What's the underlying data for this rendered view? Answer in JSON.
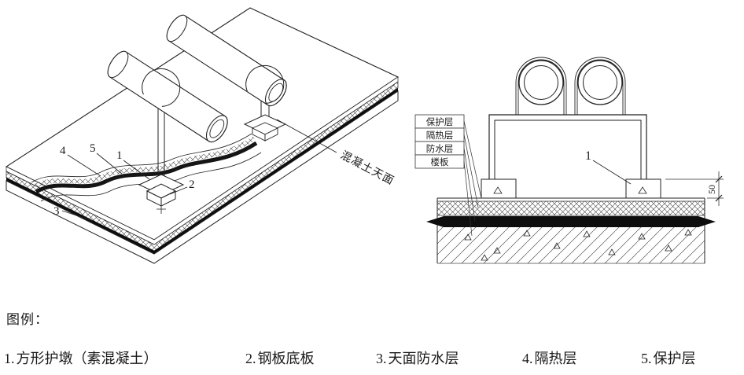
{
  "iso_view": {
    "callout_1": "1",
    "callout_2": "2",
    "callout_3": "3",
    "callout_4": "4",
    "callout_5": "5",
    "surface_label": "混凝土天面"
  },
  "section_view": {
    "layer_labels": [
      "保护层",
      "隔热层",
      "防水层",
      "楼板"
    ],
    "dimension_50": "50",
    "callout_1": "1"
  },
  "legend": {
    "title": "图例：",
    "items": [
      {
        "num": "1.",
        "label": "方形护墩（素混凝土）"
      },
      {
        "num": "2.",
        "label": "钢板底板"
      },
      {
        "num": "3.",
        "label": "天面防水层"
      },
      {
        "num": "4.",
        "label": "隔热层"
      },
      {
        "num": "5.",
        "label": "保护层"
      }
    ]
  },
  "colors": {
    "line": "#1a1a1a",
    "fill_black": "#0d0d0d",
    "background": "#ffffff"
  }
}
